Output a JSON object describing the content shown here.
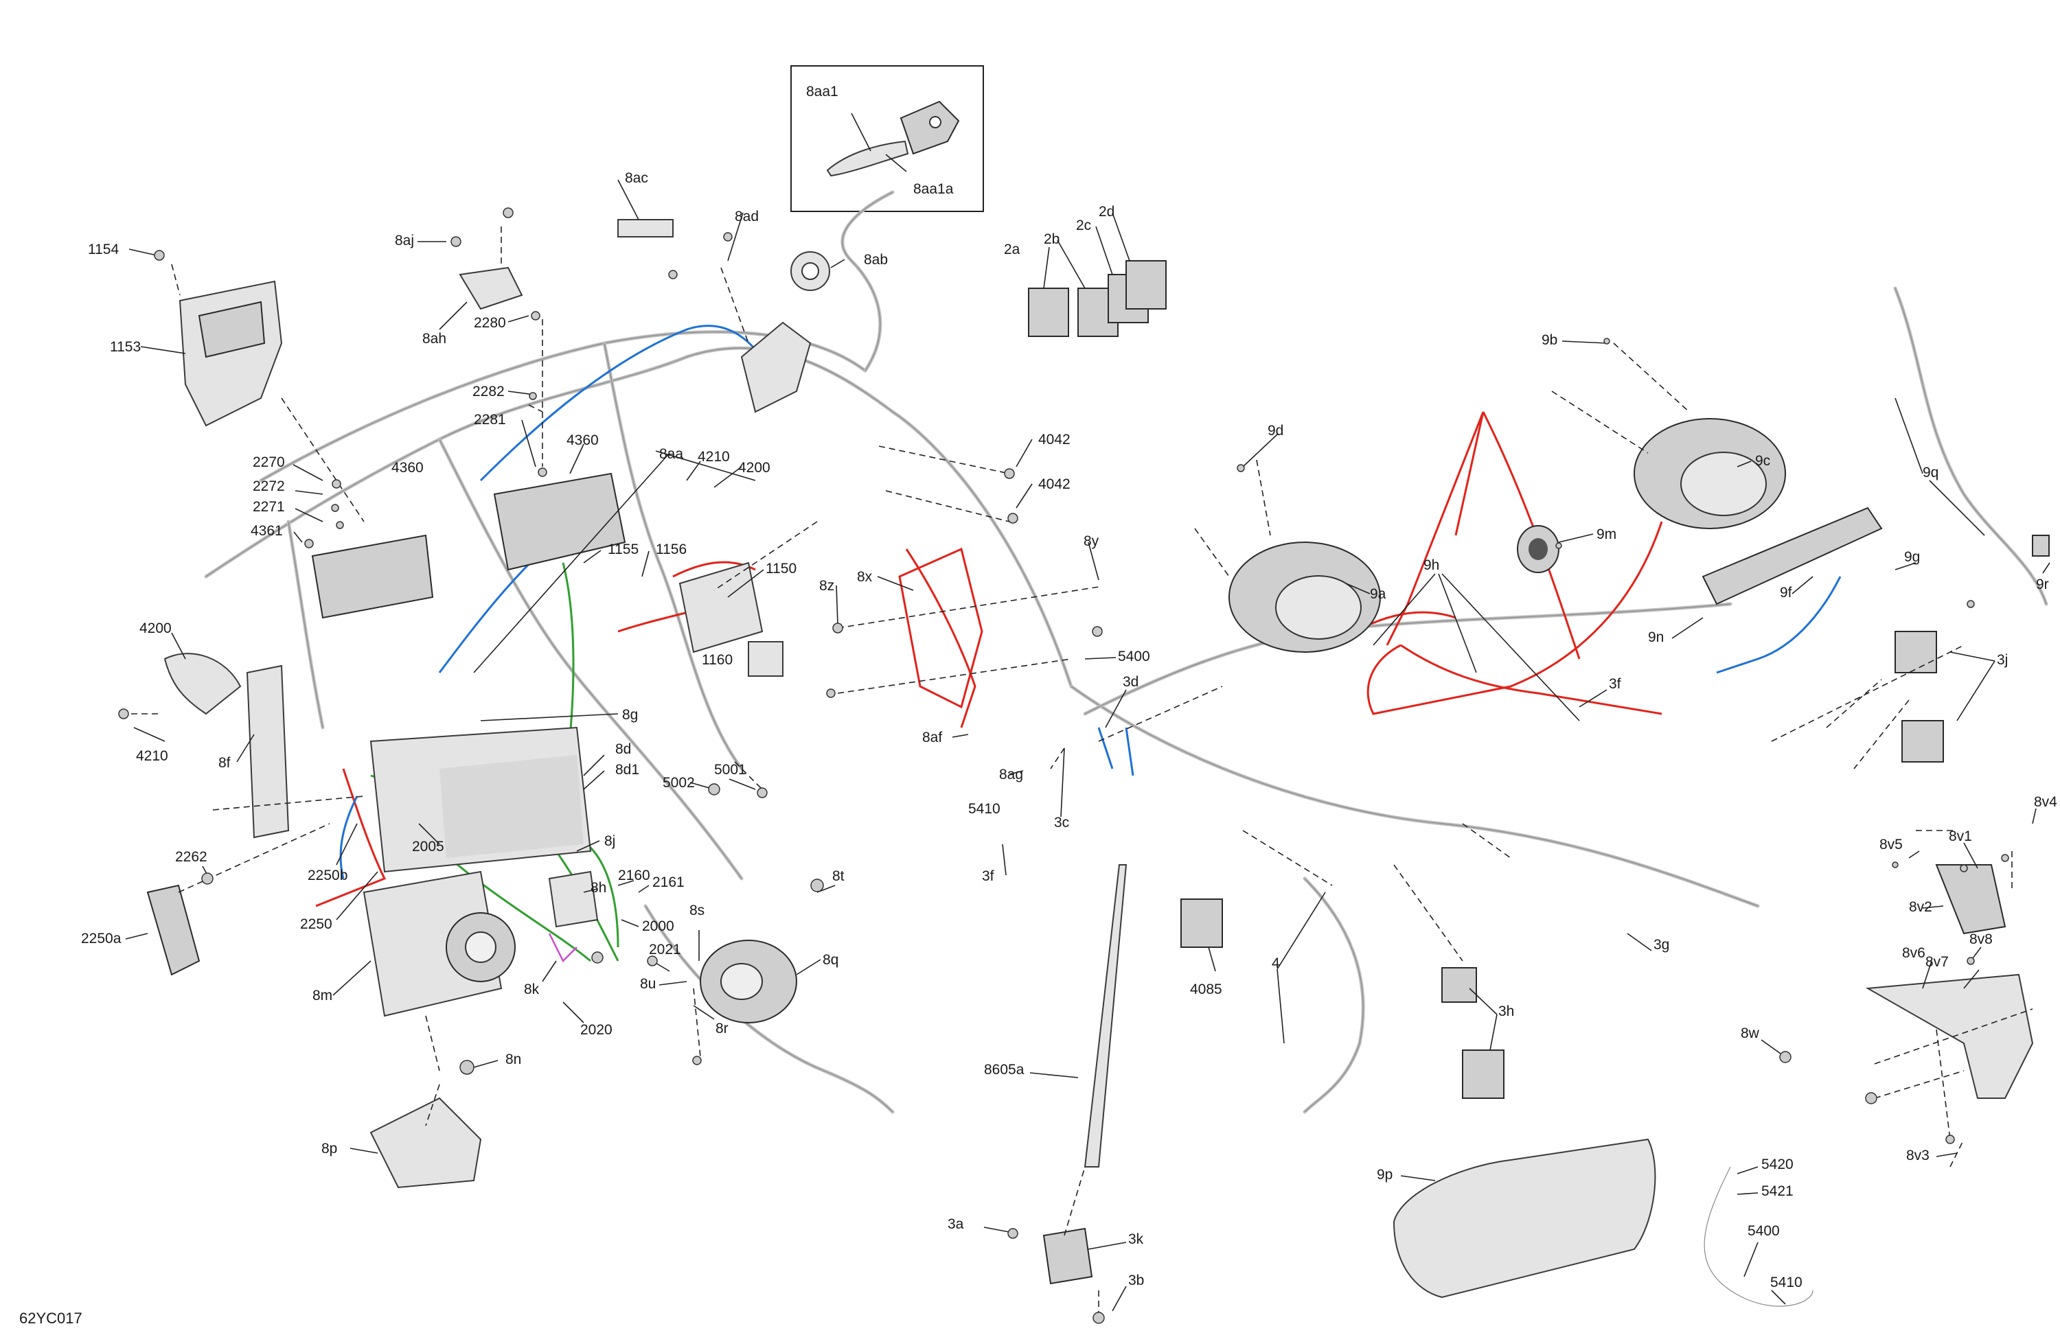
{
  "diagram_code": "62YC017",
  "labels": [
    {
      "t": "8aa1"
    },
    {
      "t": "8aa1a"
    },
    {
      "t": "8ac"
    },
    {
      "t": "8ad"
    },
    {
      "t": "8ab"
    },
    {
      "t": "8aj"
    },
    {
      "t": "8ah"
    },
    {
      "t": "1154"
    },
    {
      "t": "1153"
    },
    {
      "t": "2280"
    },
    {
      "t": "2282"
    },
    {
      "t": "2281"
    },
    {
      "t": "4360"
    },
    {
      "t": "4360"
    },
    {
      "t": "8aa"
    },
    {
      "t": "4210"
    },
    {
      "t": "4200"
    },
    {
      "t": "2270"
    },
    {
      "t": "2272"
    },
    {
      "t": "2271"
    },
    {
      "t": "4361"
    },
    {
      "t": "1155"
    },
    {
      "t": "1156"
    },
    {
      "t": "1150"
    },
    {
      "t": "1160"
    },
    {
      "t": "4200"
    },
    {
      "t": "4210"
    },
    {
      "t": "8f"
    },
    {
      "t": "8g"
    },
    {
      "t": "8d"
    },
    {
      "t": "8d1"
    },
    {
      "t": "5002"
    },
    {
      "t": "5001"
    },
    {
      "t": "2262"
    },
    {
      "t": "2250b"
    },
    {
      "t": "2005"
    },
    {
      "t": "2250"
    },
    {
      "t": "2250a"
    },
    {
      "t": "8m"
    },
    {
      "t": "8j"
    },
    {
      "t": "8h"
    },
    {
      "t": "2160"
    },
    {
      "t": "2161"
    },
    {
      "t": "2000"
    },
    {
      "t": "8k"
    },
    {
      "t": "2021"
    },
    {
      "t": "2020"
    },
    {
      "t": "8s"
    },
    {
      "t": "8u"
    },
    {
      "t": "8r"
    },
    {
      "t": "8t"
    },
    {
      "t": "8q"
    },
    {
      "t": "8n"
    },
    {
      "t": "8p"
    },
    {
      "t": "2a"
    },
    {
      "t": "2b"
    },
    {
      "t": "2c"
    },
    {
      "t": "2d"
    },
    {
      "t": "4042"
    },
    {
      "t": "4042"
    },
    {
      "t": "8y"
    },
    {
      "t": "8x"
    },
    {
      "t": "8z"
    },
    {
      "t": "5400"
    },
    {
      "t": "3d"
    },
    {
      "t": "8af"
    },
    {
      "t": "8ag"
    },
    {
      "t": "5410"
    },
    {
      "t": "3c"
    },
    {
      "t": "3f"
    },
    {
      "t": "9d"
    },
    {
      "t": "9a"
    },
    {
      "t": "9h"
    },
    {
      "t": "9m"
    },
    {
      "t": "9b"
    },
    {
      "t": "9c"
    },
    {
      "t": "9n"
    },
    {
      "t": "9f"
    },
    {
      "t": "9g"
    },
    {
      "t": "9q"
    },
    {
      "t": "9r"
    },
    {
      "t": "3f"
    },
    {
      "t": "3j"
    },
    {
      "t": "8v1"
    },
    {
      "t": "8v4"
    },
    {
      "t": "8v5"
    },
    {
      "t": "8v2"
    },
    {
      "t": "8v6"
    },
    {
      "t": "8v8"
    },
    {
      "t": "8v7"
    },
    {
      "t": "8w"
    },
    {
      "t": "8v3"
    },
    {
      "t": "3g"
    },
    {
      "t": "4085"
    },
    {
      "t": "4"
    },
    {
      "t": "3h"
    },
    {
      "t": "8605a"
    },
    {
      "t": "9p"
    },
    {
      "t": "5420"
    },
    {
      "t": "5421"
    },
    {
      "t": "5400"
    },
    {
      "t": "5410"
    },
    {
      "t": "3a"
    },
    {
      "t": "3k"
    },
    {
      "t": "3b"
    }
  ]
}
